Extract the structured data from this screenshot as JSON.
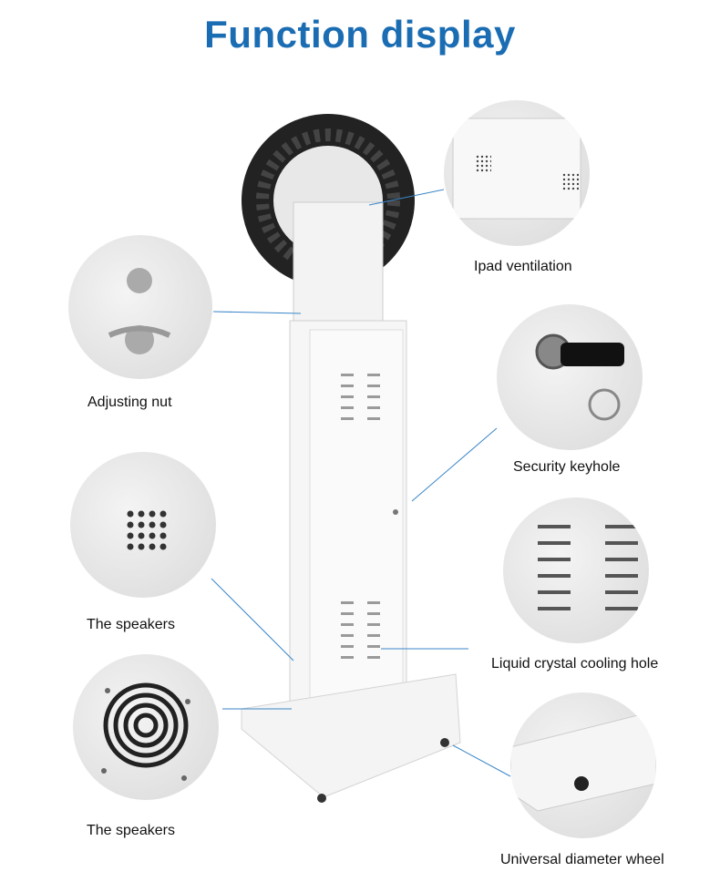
{
  "title": "Function display",
  "features": [
    {
      "label": "Adjusting nut"
    },
    {
      "label": "The speakers"
    },
    {
      "label": "The speakers"
    },
    {
      "label": "Ipad ventilation"
    },
    {
      "label": "Security keyhole"
    },
    {
      "label": "Liquid crystal cooling hole"
    },
    {
      "label": "Universal diameter wheel"
    }
  ],
  "colors": {
    "title": "#1b6db3",
    "line": "#3a86c8"
  }
}
